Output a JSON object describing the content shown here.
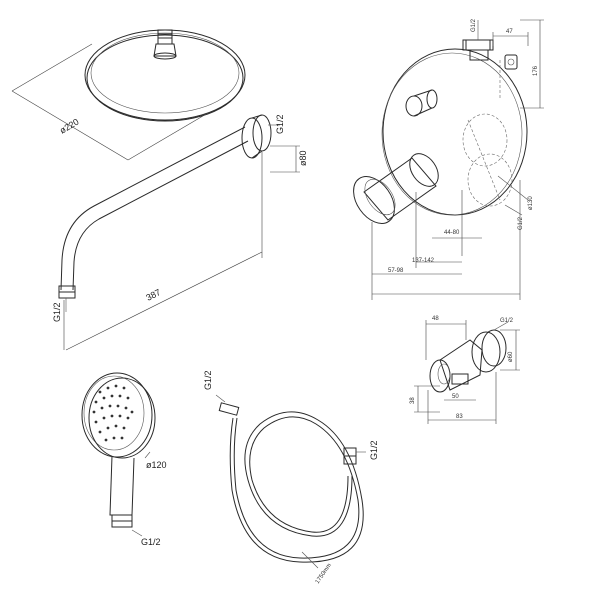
{
  "rain_head": {
    "diameter_label": "ø220"
  },
  "arm": {
    "length_label": "387",
    "thread_outlet_label": "G1/2",
    "thread_inlet_label": "G1/2",
    "flange_label": "ø80"
  },
  "mixer": {
    "top_thread_label": "G1/2",
    "width_label": "47",
    "height_label": "176",
    "plate_label": "ø130",
    "side_thread_label": "G1/2",
    "depth_small_label": "44-80",
    "depth_mid_label": "57-98",
    "depth_total_label": "137-142"
  },
  "holder": {
    "width_label": "48",
    "thread_label": "G1/2",
    "height_label": "ø60",
    "left_label": "38",
    "offset_label": "50",
    "depth_label": "83"
  },
  "hand_shower": {
    "diameter_label": "ø120",
    "thread_label": "G1/2"
  },
  "hose": {
    "thread_left_label": "G1/2",
    "thread_right_label": "G1/2",
    "length_label": "1750mm"
  }
}
